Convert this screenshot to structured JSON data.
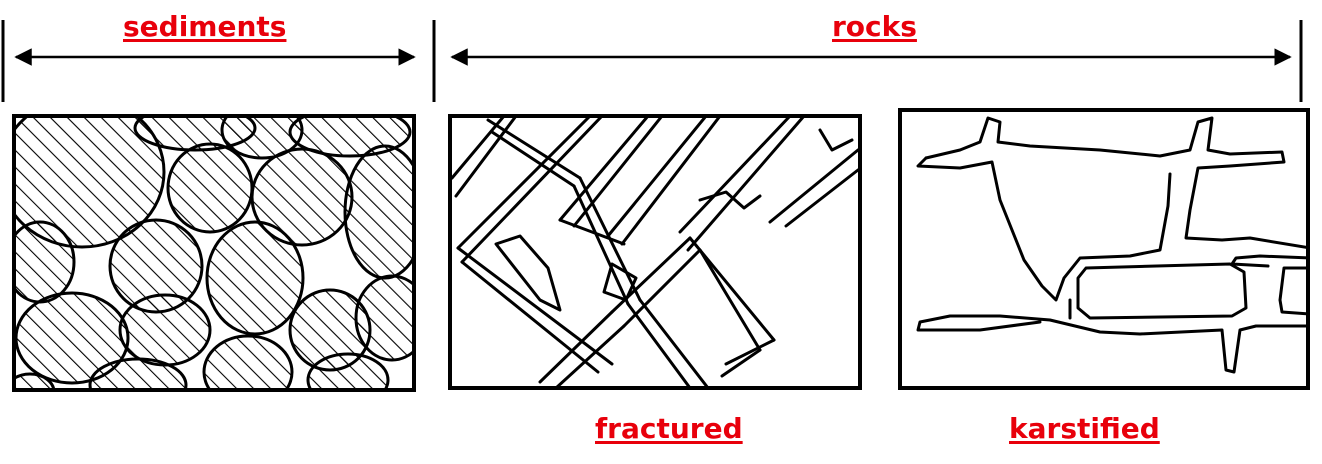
{
  "labels": {
    "sediments": "sediments",
    "rocks": "rocks",
    "fractured": "fractured",
    "karstified": "karstified"
  },
  "colors": {
    "label": "#e8000b",
    "ink": "#000000",
    "background": "#ffffff"
  }
}
